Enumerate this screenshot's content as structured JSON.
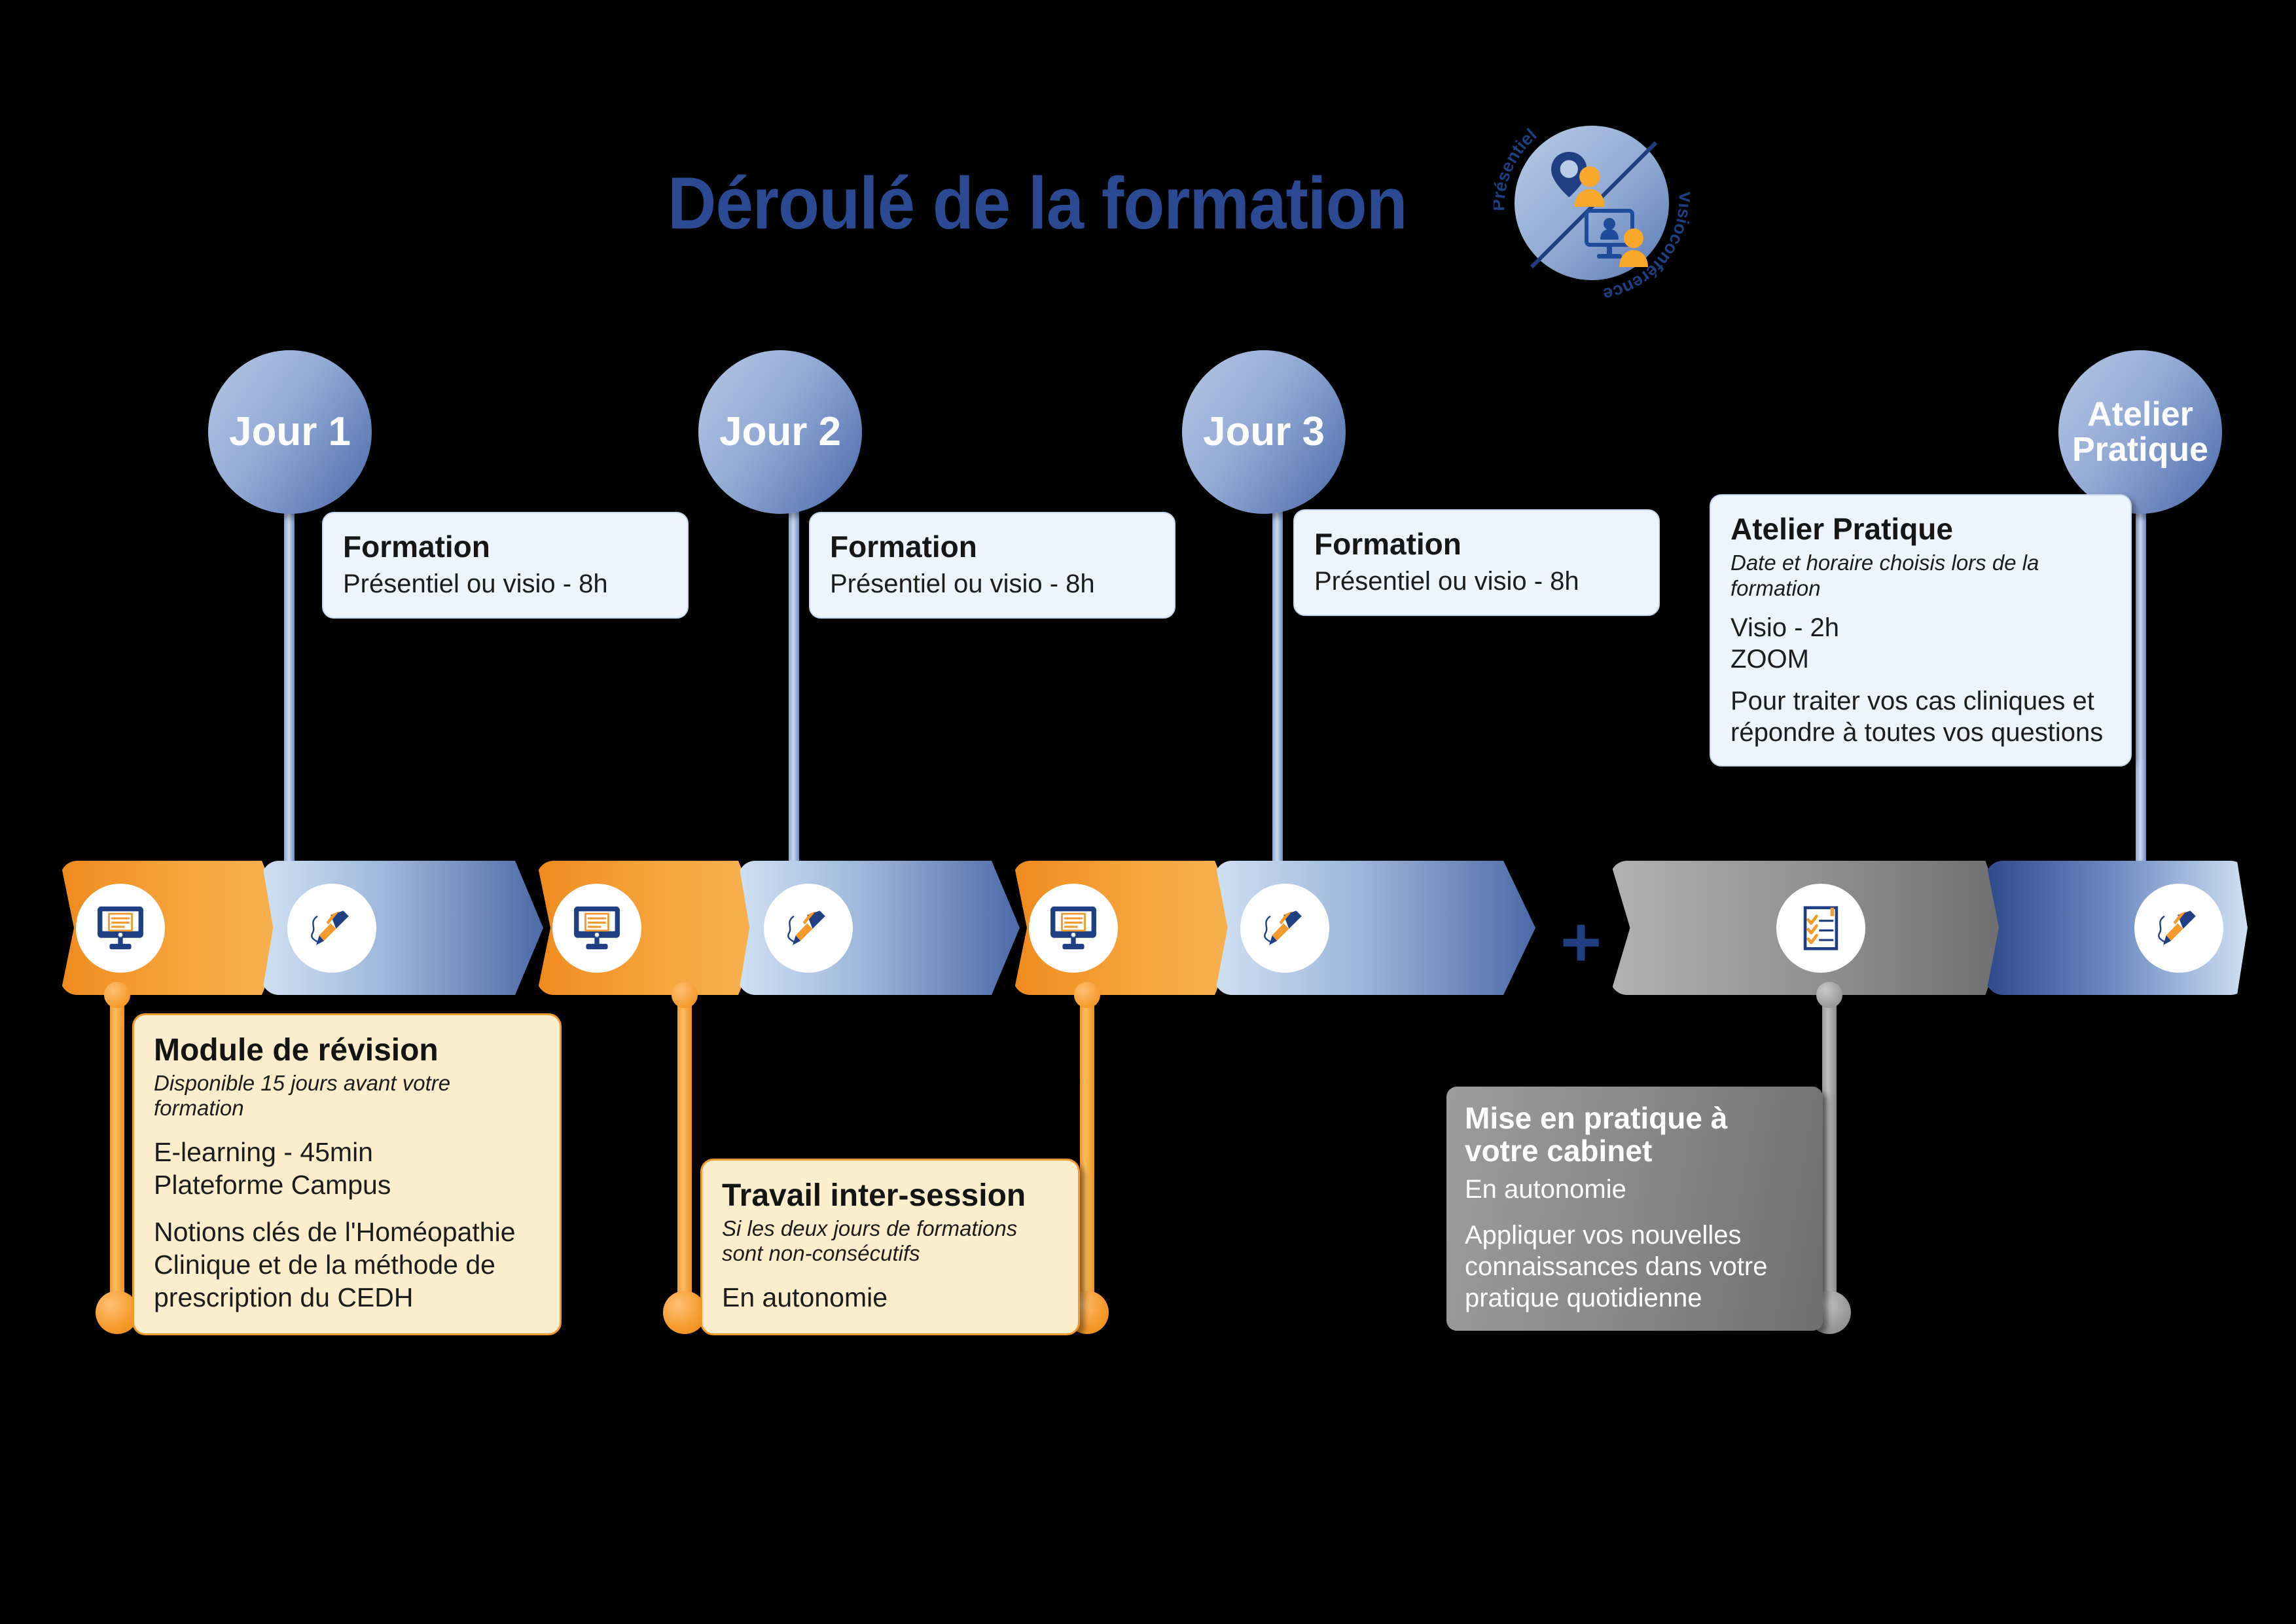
{
  "header": {
    "title": "Déroulé de la formation",
    "logo": {
      "name": "presentiel-visio-badge",
      "arc_top_label": "Présentiel",
      "arc_bottom_label": "Visioconférence",
      "icons": [
        "location-pin-person-icon",
        "monitor-person-icon"
      ]
    }
  },
  "colors": {
    "title_blue": "#2b4a93",
    "brand_blue": "#1f3f82",
    "brand_orange": "#f0992e",
    "cream_card_bg": "#fceecd",
    "blue_card_bg": "#eef4fb",
    "grey_card_bg": "#8a8a8a",
    "background": "#000000"
  },
  "plus_separator": "+",
  "milestones": [
    {
      "id": "jour-1",
      "circle_label": "Jour 1",
      "card": {
        "heading": "Formation",
        "detail": "Présentiel ou visio - 8h"
      }
    },
    {
      "id": "jour-2",
      "circle_label": "Jour 2",
      "card": {
        "heading": "Formation",
        "detail": "Présentiel ou visio - 8h"
      }
    },
    {
      "id": "jour-3",
      "circle_label": "Jour 3",
      "card": {
        "heading": "Formation",
        "detail": "Présentiel ou visio - 8h"
      }
    },
    {
      "id": "atelier-pratique",
      "circle_label": "Atelier Pratique",
      "card": {
        "heading": "Atelier Pratique",
        "italic": "Date et horaire choisis lors de la formation",
        "block1": "Visio - 2h\nZOOM",
        "block2": "Pour traiter vos cas cliniques et répondre à toutes vos questions"
      }
    }
  ],
  "timeline_segments": [
    {
      "id": "seg-elearning-1",
      "style": "orange",
      "icon": "elearning-monitor-icon"
    },
    {
      "id": "seg-writing-1",
      "style": "blue",
      "icon": "pen-writing-icon"
    },
    {
      "id": "seg-elearning-2",
      "style": "orange",
      "icon": "elearning-monitor-icon"
    },
    {
      "id": "seg-writing-2",
      "style": "blue",
      "icon": "pen-writing-icon"
    },
    {
      "id": "seg-elearning-3",
      "style": "orange",
      "icon": "elearning-monitor-icon"
    },
    {
      "id": "seg-writing-3",
      "style": "blue",
      "icon": "pen-writing-icon"
    },
    {
      "id": "seg-checklist",
      "style": "grey",
      "icon": "checklist-icon"
    },
    {
      "id": "seg-writing-4",
      "style": "blue-rev",
      "icon": "pen-writing-icon"
    }
  ],
  "lower_cards": [
    {
      "id": "module-revision",
      "heading": "Module de révision",
      "italic": "Disponible 15 jours avant votre formation",
      "block1": "E-learning - 45min\nPlateforme Campus",
      "block2": "Notions clés de l'Homéopathie Clinique et de la méthode de prescription du CEDH"
    },
    {
      "id": "travail-inter-session",
      "heading": "Travail inter-session",
      "italic": "Si les deux jours de formations sont non-consécutifs",
      "block1": "En autonomie"
    },
    {
      "id": "mise-en-pratique",
      "heading": "Mise en pratique à votre cabinet",
      "block1": "En autonomie",
      "block2": "Appliquer vos nouvelles connaissances dans votre pratique quotidienne"
    }
  ]
}
